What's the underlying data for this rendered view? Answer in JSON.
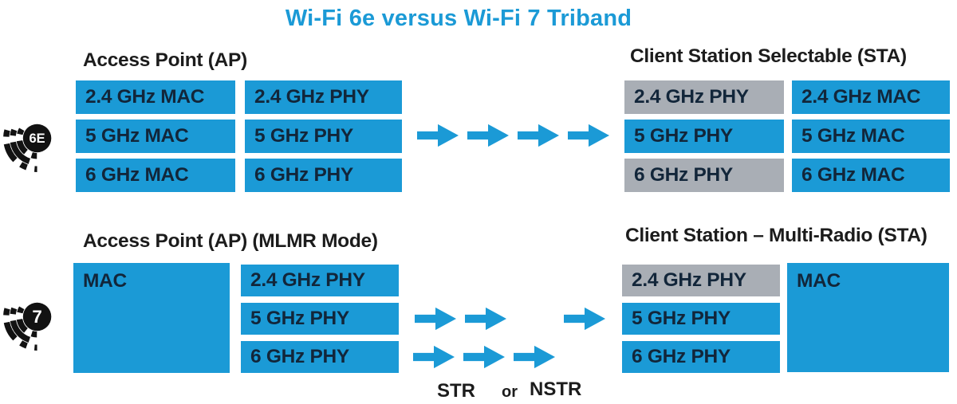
{
  "colors": {
    "blue": "#1B9AD6",
    "gray": "#A9AEB5",
    "title": "#1B9AD6",
    "box_text": "#12263A",
    "heading_text": "#1C1C1C",
    "icon_black": "#121212"
  },
  "title": "Wi-Fi 6e versus Wi-Fi 7 Triband",
  "wifi6e": {
    "badge": "6E",
    "ap": {
      "heading": "Access Point (AP)",
      "rows": [
        {
          "mac": "2.4 GHz MAC",
          "phy": "2.4 GHz PHY"
        },
        {
          "mac": "5 GHz MAC",
          "phy": "5 GHz PHY"
        },
        {
          "mac": "6 GHz MAC",
          "phy": "6 GHz PHY"
        }
      ]
    },
    "arrow_count": 4,
    "sta": {
      "heading": "Client Station Selectable (STA)",
      "rows": [
        {
          "phy": "2.4 GHz PHY",
          "phy_variant": "gray",
          "mac": "2.4 GHz MAC",
          "mac_variant": "blue"
        },
        {
          "phy": "5 GHz PHY",
          "phy_variant": "blue",
          "mac": "5 GHz MAC",
          "mac_variant": "blue"
        },
        {
          "phy": "6 GHz PHY",
          "phy_variant": "gray",
          "mac": "6 GHz MAC",
          "mac_variant": "blue"
        }
      ]
    }
  },
  "wifi7": {
    "badge": "7",
    "ap": {
      "heading": "Access Point (AP) (MLMR Mode)",
      "mac": "MAC",
      "phys": [
        {
          "label": "2.4 GHz PHY",
          "variant": "blue"
        },
        {
          "label": "5 GHz PHY",
          "variant": "blue"
        },
        {
          "label": "6 GHz PHY",
          "variant": "blue"
        }
      ]
    },
    "sta": {
      "heading": "Client Station – Multi-Radio (STA)",
      "phys": [
        {
          "label": "2.4 GHz PHY",
          "variant": "gray"
        },
        {
          "label": "5 GHz PHY",
          "variant": "blue"
        },
        {
          "label": "6 GHz PHY",
          "variant": "blue"
        }
      ],
      "mac": "MAC"
    },
    "link_labels": {
      "str": "STR",
      "or": "or",
      "nstr": "NSTR"
    }
  }
}
